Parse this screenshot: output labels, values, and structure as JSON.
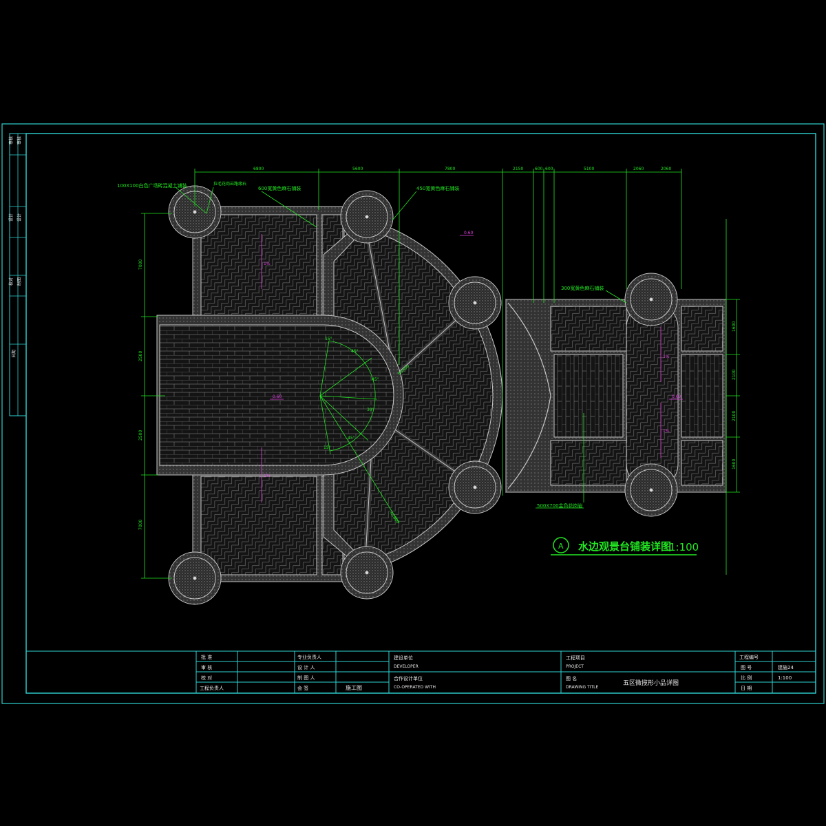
{
  "drawing": {
    "title": "水边观景台铺装详图",
    "scale_label": "1:100",
    "detail_marker": "A"
  },
  "colors": {
    "frame": "#2fd3d3",
    "annotation": "#22e822",
    "level": "#e040e0",
    "plan_lines": "#c8c8c8",
    "background": "#000000"
  },
  "dimensions": {
    "top": [
      "6800",
      "5600",
      "7800",
      "2150",
      "600",
      "600",
      "5100",
      "2060",
      "2060"
    ],
    "left": [
      "7000",
      "2500",
      "2500",
      "7000"
    ],
    "right": [
      "1600",
      "2100",
      "2100",
      "1600"
    ],
    "radius_1": "R5400",
    "radius_2": "R2800",
    "angles": [
      "15°",
      "45°",
      "45°",
      "30°",
      "45°",
      "15°"
    ]
  },
  "callouts": {
    "c1": "100X100白色广场砖混凝土铺装",
    "c2": "拉毛花岗岩路缘石",
    "c3": "600宽黄色麻石铺装",
    "c4": "450宽黄色麻石铺装",
    "c5": "300宽黄色麻石铺装",
    "c6": "500X700金色花岗岩"
  },
  "levels": {
    "l1": "0.60",
    "l2": "0.60",
    "l3": "0.60",
    "slope1": "1%",
    "slope2": "1%",
    "slope3": "1%",
    "slope4": "1%"
  },
  "side_strip": {
    "cells": [
      "审核",
      "审核",
      "设计",
      "设计",
      "校对",
      "制图",
      "日期"
    ]
  },
  "title_block": {
    "r1": [
      "批  准",
      "专业负责人"
    ],
    "r2": [
      "审  核",
      "设 计 人"
    ],
    "r3": [
      "校  对",
      "制 图 人"
    ],
    "r4": [
      "工程负责人",
      "会  签"
    ],
    "stage": "施工图",
    "developer_cn": "建设单位",
    "developer_en": "DEVELOPER",
    "coop_cn": "合作设计单位",
    "coop_en": "CO-OPERATED  WITH",
    "project_cn": "工程项目",
    "project_en": "PROJECT",
    "drawing_title_label_cn": "图  名",
    "drawing_title_label_en": "DRAWING TITLE",
    "drawing_name": "五区微揽形小品详图",
    "job_no_label": "工程编号",
    "sheet_no_label": "图  号",
    "sheet_no": "建施24",
    "scale_label": "比  例",
    "scale": "1:100",
    "date_label": "日  期"
  }
}
